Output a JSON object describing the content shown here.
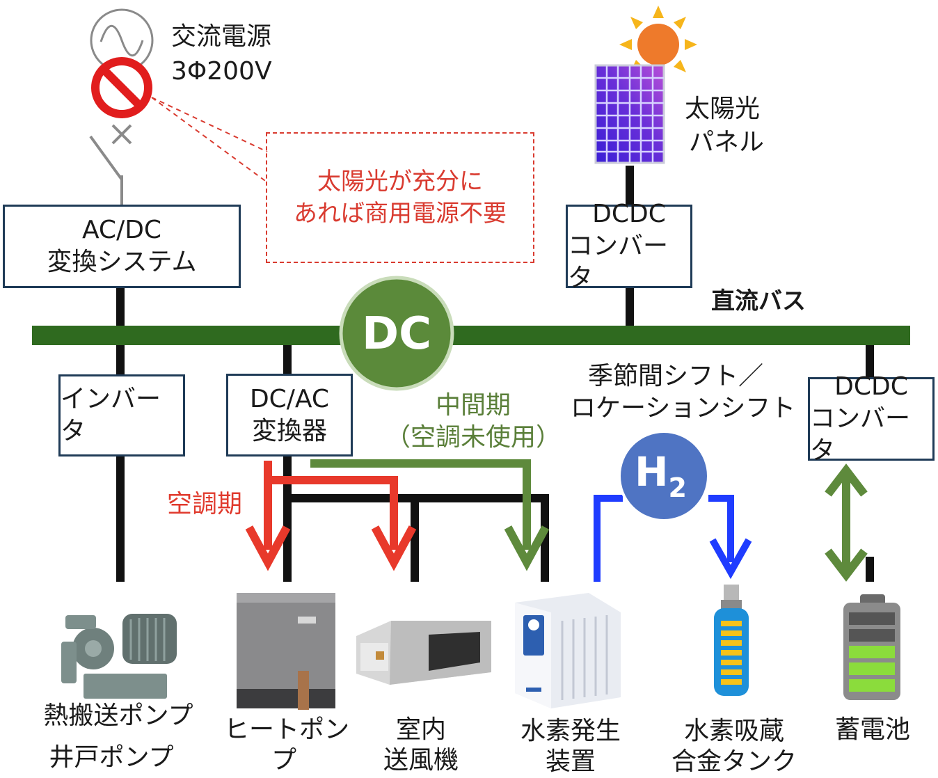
{
  "ac_source": {
    "line1": "交流電源",
    "line2": "3Φ200V"
  },
  "note": {
    "line1": "太陽光が充分に",
    "line2": "あれば商用電源不要"
  },
  "solar": {
    "line1": "太陽光",
    "line2": "パネル"
  },
  "boxes": {
    "acdc": {
      "line1": "AC/DC",
      "line2": "変換システム"
    },
    "dcdc_top": {
      "line1": "DCDC",
      "line2": "コンバータ"
    },
    "inverter": {
      "line1": "インバータ"
    },
    "dcac": {
      "line1": "DC/AC",
      "line2": "変換器"
    },
    "dcdc_bottom": {
      "line1": "DCDC",
      "line2": "コンバータ"
    }
  },
  "bus": {
    "label": "直流バス",
    "badge": "DC"
  },
  "modes": {
    "aircon": "空調期",
    "mid_line1": "中間期",
    "mid_line2": "（空調未使用）",
    "shift_line1": "季節間シフト／",
    "shift_line2": "ロケーションシフト"
  },
  "h2": {
    "main": "H",
    "sub": "2"
  },
  "devices": {
    "pump_line1": "熱搬送ポンプ",
    "pump_line2": "井戸ポンプ",
    "heatpump_line1": "ヒートポン",
    "heatpump_line2": "プ",
    "fan_line1": "室内",
    "fan_line2": "送風機",
    "h2gen_line1": "水素発生",
    "h2gen_line2": "装置",
    "tank_line1": "水素吸蔵",
    "tank_line2": "合金タンク",
    "battery": "蓄電池"
  },
  "colors": {
    "bus_green": "#2f6a1f",
    "dc_circle": "#5b8a3a",
    "red_flow": "#e8392b",
    "green_flow": "#5e8a3c",
    "blue_flow": "#1f3cff",
    "h2_circle": "#4f74c3"
  }
}
